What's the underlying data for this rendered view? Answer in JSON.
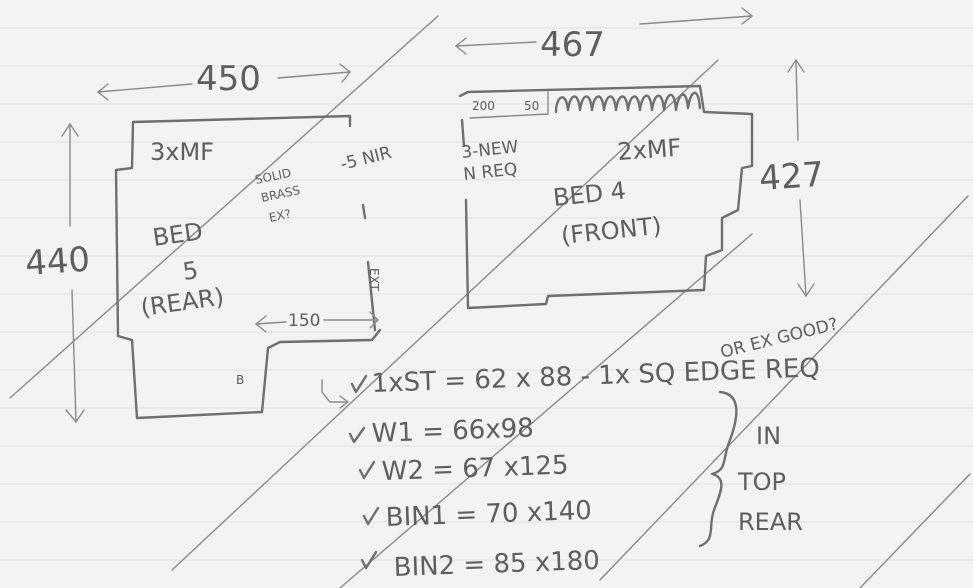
{
  "dimensions": {
    "bed5_width": "450",
    "bed5_height": "440",
    "bed5_cut_width": "150",
    "bed4_width": "467",
    "bed4_height": "427",
    "bed4_corner": "200",
    "bed4_corner_side": "50"
  },
  "bed5": {
    "label_line1": "BED",
    "label_line2": "5",
    "label_line3": "(REAR)",
    "fitting": "3xMF",
    "note_line1": "SOLID",
    "note_line2": "BRASS",
    "note_line3": "EX?",
    "note_5nir": "-5 NIR",
    "ext_label": "EXT",
    "corner_mark": "B"
  },
  "bed4": {
    "label_line1": "BED 4",
    "label_line2": "(FRONT)",
    "fitting": "2xMF",
    "new_line1": "3-NEW",
    "new_line2": "N REQ"
  },
  "list": {
    "items": [
      "1xST = 62 x 88 - 1x SQ EDGE REQ",
      "W1 = 66x98",
      "W2 = 67 x125",
      "BIN1 = 70 x140",
      "BIN2 = 85 x180"
    ],
    "aside": "OR EX GOOD?",
    "brace_line1": "IN",
    "brace_line2": "TOP",
    "brace_line3": "REAR"
  },
  "colors": {
    "paper": "#f3f3f1",
    "pencil": "#6f6f6f",
    "grid": "#e1e1df"
  }
}
